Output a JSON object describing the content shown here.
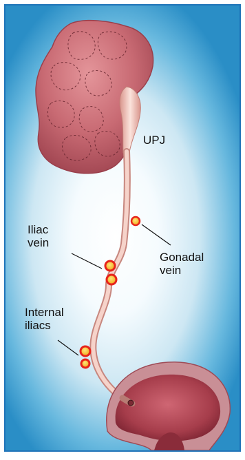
{
  "labels": {
    "upj": "UPJ",
    "gonadal_line1": "Gonadal",
    "gonadal_line2": "vein",
    "iliac_line1": "Iliac",
    "iliac_line2": "vein",
    "internal_line1": "Internal",
    "internal_line2": "iliacs"
  },
  "colors": {
    "frame_border": "#1f74b8",
    "kidney": "#c0646e",
    "ureter": "#f2bfb6",
    "bladder": "#b14452",
    "vessel_ring": "#e7241b",
    "vessel_core": "#f7c51d"
  }
}
